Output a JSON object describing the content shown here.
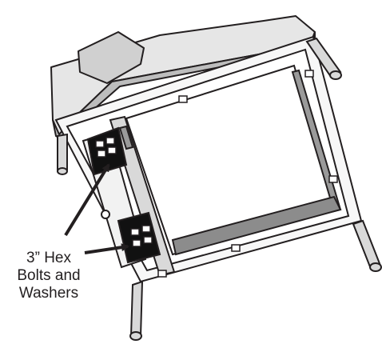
{
  "callout": {
    "lines": [
      "3” Hex",
      "Bolts and",
      "Washers"
    ]
  },
  "colors": {
    "line": "#231f20",
    "light_fill": "#f2f2f2",
    "mid_fill": "#d9d9d9",
    "dark_fill": "#9a9a9a"
  }
}
